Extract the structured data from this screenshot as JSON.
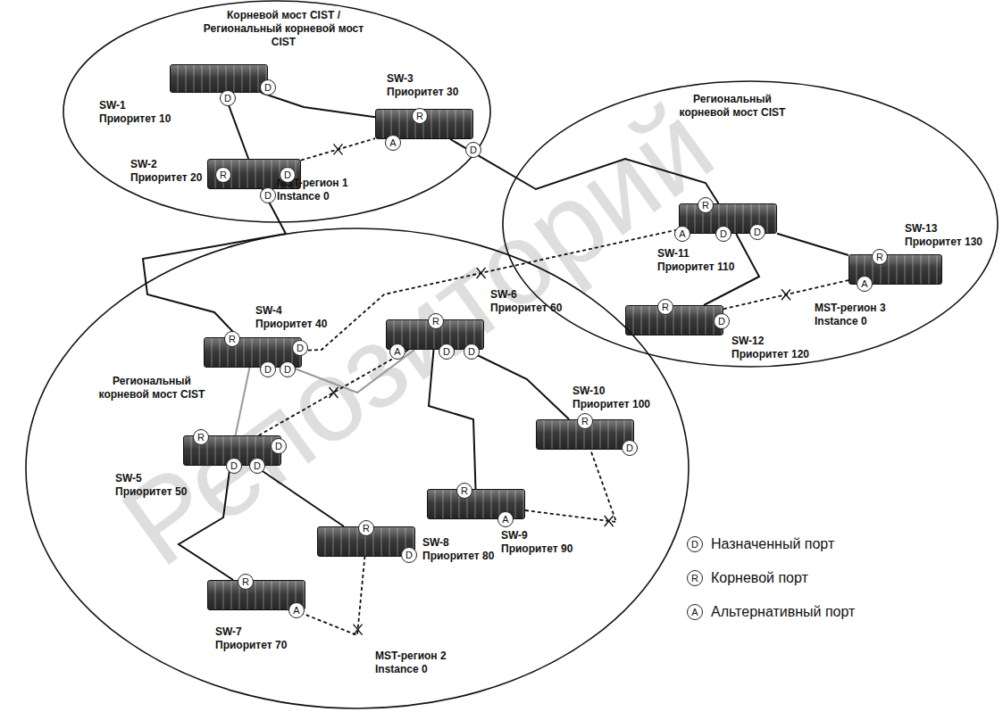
{
  "diagram": {
    "nodes": [
      {
        "text": [
          "Корневой мост CIST / Региональный корневой мост CIST",
          "MST-регион 1 Instance 0"
        ]
      },
      {
        "text": [
          "SW-1",
          "Приоритет 10"
        ],
        "in": 0
      },
      {
        "text": [
          "SW-2",
          "Приоритет 20"
        ],
        "in": 0
      },
      {
        "text": [
          "SW-3",
          "Приоритет 30"
        ],
        "in": 0
      },
      {
        "text": [
          "Региональный корневой мост CIST",
          "MST-регион 3 Instance 0"
        ]
      },
      {
        "text": [
          "SW-11",
          "Приоритет 110"
        ],
        "in": 4
      },
      {
        "text": [
          "SW-12",
          "Приоритет 120"
        ],
        "in": 4
      },
      {
        "text": [
          "SW-13",
          "Приоритет 130"
        ],
        "in": 4
      },
      {
        "text": [
          "Региональный корневой мост CIST",
          "MST-регион 2 Instance 0"
        ]
      },
      {
        "text": [
          "SW-4",
          "Приоритет 40"
        ],
        "in": 8
      },
      {
        "text": [
          "SW-5",
          "Приоритет 50"
        ],
        "in": 8
      },
      {
        "text": [
          "SW-6",
          "Приоритет 60"
        ],
        "in": 8
      },
      {
        "text": [
          "SW-7",
          "Приоритет 70"
        ],
        "in": 8
      },
      {
        "text": [
          "SW-8",
          "Приоритет 80"
        ],
        "in": 8
      },
      {
        "text": [
          "SW-9",
          "Приоритет 90"
        ],
        "in": 8
      },
      {
        "text": [
          "SW-10",
          "Приоритет 100"
        ],
        "in": 8
      }
    ],
    "edges": [
      {
        "from": 1,
        "to": 2,
        "arrow": "none"
      },
      {
        "from": 1,
        "to": 3,
        "arrow": "none"
      },
      {
        "from": 2,
        "to": 3,
        "arrow": "none"
      },
      {
        "from": 3,
        "to": 5,
        "arrow": "none"
      },
      {
        "from": 2,
        "to": 9,
        "arrow": "none"
      },
      {
        "from": 9,
        "to": 5,
        "arrow": "none"
      },
      {
        "from": 9,
        "to": 10,
        "arrow": "none"
      },
      {
        "from": 9,
        "to": 11,
        "arrow": "none"
      },
      {
        "from": 10,
        "to": 11,
        "arrow": "none"
      },
      {
        "from": 10,
        "to": 12,
        "arrow": "none"
      },
      {
        "from": 10,
        "to": 13,
        "arrow": "none"
      },
      {
        "from": 12,
        "to": 13,
        "arrow": "none"
      },
      {
        "from": 11,
        "to": 14,
        "arrow": "none"
      },
      {
        "from": 11,
        "to": 15,
        "arrow": "none"
      },
      {
        "from": 14,
        "to": 15,
        "arrow": "none"
      },
      {
        "from": 5,
        "to": 6,
        "arrow": "none"
      },
      {
        "from": 5,
        "to": 7,
        "arrow": "none"
      },
      {
        "from": 6,
        "to": 7,
        "arrow": "none"
      }
    ],
    "labels": [
      "Репозиторий",
      "D",
      "D",
      "R",
      "D",
      "D",
      "R",
      "A",
      "D",
      "R",
      "A",
      "D",
      "D",
      "R",
      "D",
      "R",
      "A",
      "R",
      "D",
      "D",
      "D",
      "R",
      "A",
      "D",
      "D",
      "R",
      "D",
      "D",
      "D",
      "R",
      "D",
      "R",
      "A",
      "R",
      "D",
      "R",
      "A",
      "D",
      "R",
      "A"
    ],
    "legend": [
      {
        "text": "Назначенный порт"
      },
      {
        "text": "Корневой порт"
      },
      {
        "text": "Альтернативный порт"
      }
    ]
  }
}
